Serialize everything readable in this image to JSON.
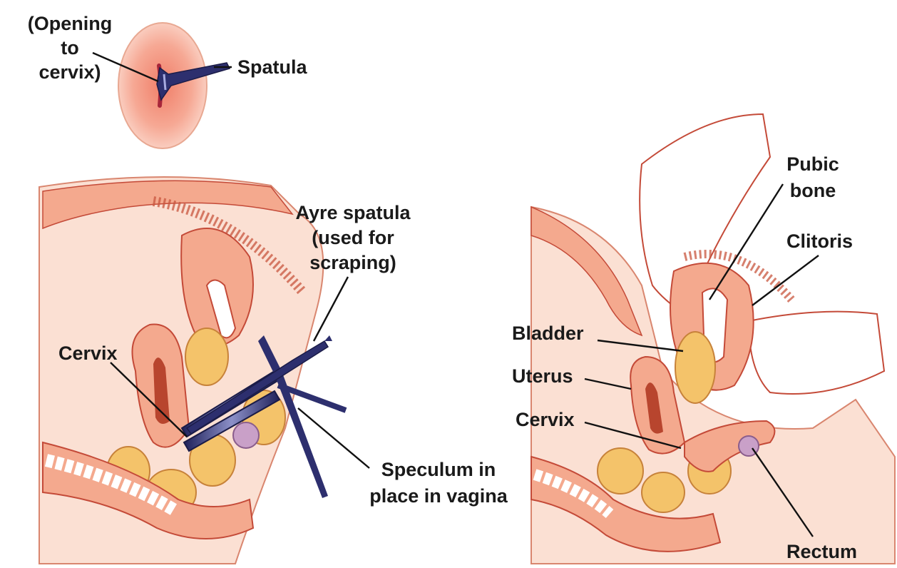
{
  "colors": {
    "tissue": "#f4a98e",
    "tissue_light": "#fbe0d3",
    "tissue_dark": "#e07862",
    "outline": "#c44a38",
    "bowel": "#f4c36a",
    "bowel_light": "#fbe3a8",
    "instrument": "#2d2f6e",
    "instrument_light": "#8c90c8",
    "bone": "#ffffff",
    "leader": "#111111"
  },
  "labels": {
    "opening_to_cervix_1": "(Opening",
    "opening_to_cervix_2": "to",
    "opening_to_cervix_3": "cervix)",
    "spatula": "Spatula",
    "ayre_spatula_1": "Ayre spatula",
    "ayre_spatula_2": "(used for",
    "ayre_spatula_3": "scraping)",
    "cervix_left": "Cervix",
    "speculum_1": "Speculum in",
    "speculum_2": "place in vagina",
    "pubic_bone_1": "Pubic",
    "pubic_bone_2": "bone",
    "clitoris": "Clitoris",
    "bladder": "Bladder",
    "uterus": "Uterus",
    "cervix_right": "Cervix",
    "rectum": "Rectum"
  }
}
